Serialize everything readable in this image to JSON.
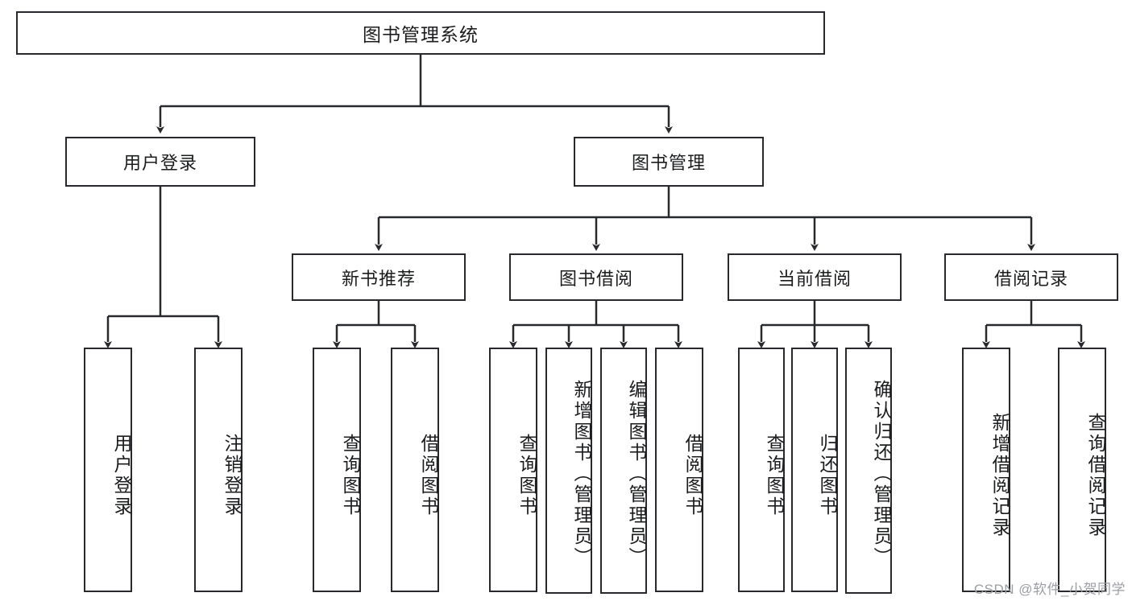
{
  "diagram": {
    "title_node": {
      "label": "图书管理系统"
    },
    "level2": [
      {
        "id": "user-login",
        "label": "用户登录"
      },
      {
        "id": "book-manage",
        "label": "图书管理"
      }
    ],
    "level3": [
      {
        "id": "new-book-recommend",
        "label": "新书推荐"
      },
      {
        "id": "book-borrow",
        "label": "图书借阅"
      },
      {
        "id": "current-borrow",
        "label": "当前借阅"
      },
      {
        "id": "borrow-record",
        "label": "借阅记录"
      }
    ],
    "leaves": {
      "user_login": [
        {
          "id": "leaf-user-login",
          "label": "用户登录"
        },
        {
          "id": "leaf-logout-login",
          "label": "注销登录"
        }
      ],
      "new_book_recommend": [
        {
          "id": "leaf-query-book-1",
          "label": "查询图书"
        },
        {
          "id": "leaf-borrow-book-1",
          "label": "借阅图书"
        }
      ],
      "book_borrow": [
        {
          "id": "leaf-query-book-2",
          "label": "查询图书"
        },
        {
          "id": "leaf-add-book",
          "label": "新增图书（管理员）"
        },
        {
          "id": "leaf-edit-book",
          "label": "编辑图书（管理员）"
        },
        {
          "id": "leaf-borrow-book-2",
          "label": "借阅图书"
        }
      ],
      "current_borrow": [
        {
          "id": "leaf-query-book-3",
          "label": "查询图书"
        },
        {
          "id": "leaf-return-book",
          "label": "归还图书"
        },
        {
          "id": "leaf-confirm-return",
          "label": "确认归还（管理员）"
        }
      ],
      "borrow_record": [
        {
          "id": "leaf-add-record",
          "label": "新增借阅记录"
        },
        {
          "id": "leaf-query-record",
          "label": "查询借阅记录"
        }
      ]
    }
  },
  "watermark": {
    "text": "CSDN @软件_小贺同学"
  },
  "colors": {
    "border": "#27292c",
    "text": "#1b1c1e",
    "background": "#ffffff",
    "watermark": "#9b9ea3"
  }
}
